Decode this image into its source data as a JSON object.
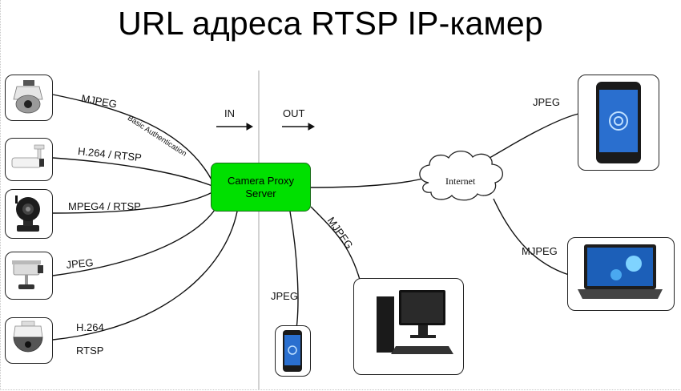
{
  "title": "URL адреса RTSP IP-камер",
  "direction": {
    "in": "IN",
    "out": "OUT"
  },
  "proxy": {
    "line1": "Camera Proxy",
    "line2": "Server"
  },
  "internet": "Internet",
  "inputs": [
    {
      "label": "MJPEG",
      "sublabel": "Basic Authentication",
      "device": "dome-camera-icon"
    },
    {
      "label": "H.264 / RTSP",
      "device": "bullet-camera-icon"
    },
    {
      "label": "MPEG4 / RTSP",
      "device": "pan-tilt-camera-icon"
    },
    {
      "label": "JPEG",
      "device": "outdoor-camera-icon"
    },
    {
      "label": "H.264",
      "sublabel": "RTSP",
      "device": "ptz-dome-camera-icon"
    }
  ],
  "outputs": {
    "local_phone": {
      "label": "JPEG",
      "device": "smartphone-icon"
    },
    "desktop": {
      "label": "MJPEG",
      "device": "desktop-computer-icon"
    },
    "remote_phone": {
      "label": "JPEG",
      "device": "smartphone-icon"
    },
    "laptop": {
      "label": "MJPEG",
      "device": "laptop-icon"
    }
  },
  "colors": {
    "proxy": "#00e000",
    "lines": "#111111",
    "divider": "#b5b5b5"
  }
}
